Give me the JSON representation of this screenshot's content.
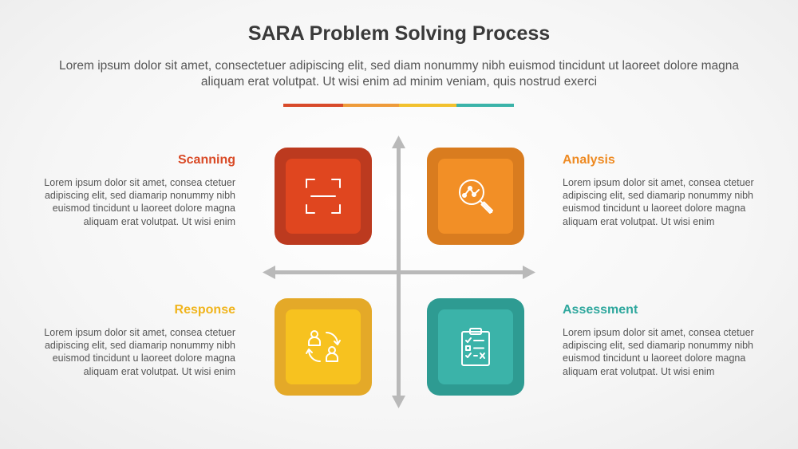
{
  "header": {
    "title": "SARA Problem Solving Process",
    "subtitle": "Lorem ipsum dolor sit amet, consectetuer adipiscing elit, sed diam nonummy nibh euismod tincidunt ut laoreet dolore magna aliquam erat volutpat. Ut wisi enim ad minim veniam, quis nostrud exerci"
  },
  "colors": {
    "scanning": "#e0461f",
    "analysis": "#f28f26",
    "response": "#f7c21f",
    "assessment": "#3bb3a9",
    "axis": "#b9b9b9"
  },
  "quadrants": {
    "scanning": {
      "label": "Scanning",
      "icon": "scan-frame-icon",
      "text": "Lorem ipsum dolor sit amet, consea ctetuer adipiscing elit, sed diamarip nonummy nibh euismod tincidunt u laoreet dolore magna aliquam erat volutpat. Ut wisi enim"
    },
    "analysis": {
      "label": "Analysis",
      "icon": "magnifier-chart-icon",
      "text": "Lorem ipsum dolor sit amet, consea ctetuer adipiscing elit, sed diamarip nonummy nibh euismod tincidunt u laoreet dolore magna aliquam erat volutpat. Ut wisi enim"
    },
    "response": {
      "label": "Response",
      "icon": "people-exchange-icon",
      "text": "Lorem ipsum dolor sit amet, consea ctetuer adipiscing elit, sed diamarip nonummy nibh euismod tincidunt u laoreet dolore magna aliquam erat volutpat. Ut wisi enim"
    },
    "assessment": {
      "label": "Assessment",
      "icon": "clipboard-checklist-icon",
      "text": "Lorem ipsum dolor sit amet, consea ctetuer adipiscing elit, sed diamarip nonummy nibh euismod tincidunt u laoreet dolore magna aliquam erat volutpat. Ut wisi enim"
    }
  }
}
